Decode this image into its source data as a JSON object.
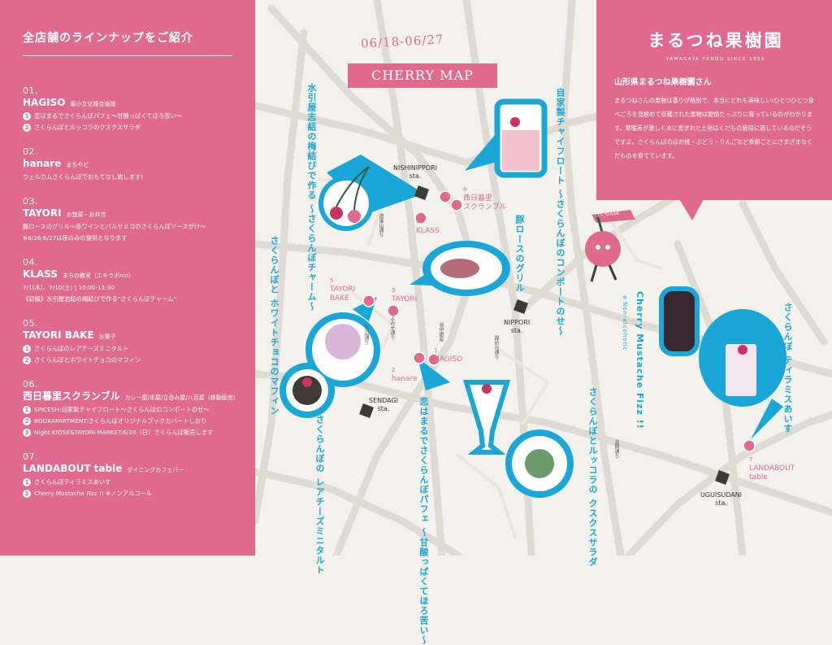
{
  "sidebar": {
    "heading": "全店舗のラインナップをご紹介",
    "shops": [
      {
        "num": "01.",
        "name": "HAGISO",
        "sub": "最小文化複合施設",
        "lines": [
          {
            "n": "1",
            "t": "恋はまるでさくらんぼパフェ〜甘酸っぱくてほろ苦い〜"
          },
          {
            "n": "2",
            "t": "さくらんぼとルッコラのクスクスサラダ"
          }
        ]
      },
      {
        "num": "02.",
        "name": "hanare",
        "sub": "まちやど",
        "lines": [
          {
            "n": "",
            "t": "ウェルカムさくらんぼでおもてなし致します!"
          }
        ]
      },
      {
        "num": "03.",
        "name": "TAYORI",
        "sub": "お惣菜・お弁当",
        "lines": [
          {
            "n": "",
            "t": "豚ロースのグリル〜赤ワインとバルサミコのさくらんぼソースがけ〜"
          },
          {
            "n": "",
            "t": "※6/26,6/27は夜のみの提供となります"
          }
        ]
      },
      {
        "num": "04.",
        "name": "KLASS",
        "sub": "まちの教室（エキラボniri）",
        "lines": [
          {
            "n": "",
            "t": "7/1(木)、7/10(土) | 10:00-11:30"
          },
          {
            "n": "",
            "t": "《初級》水引屋志結の梅結びで作る\"さくらんぼチャーム\""
          }
        ]
      },
      {
        "num": "05.",
        "name": "TAYORI BAKE",
        "sub": "お菓子",
        "lines": [
          {
            "n": "1",
            "t": "さくらんぼのレアチーズミニタルト"
          },
          {
            "n": "2",
            "t": "さくらんぼとホワイトチョコのマフィン"
          }
        ]
      },
      {
        "num": "06.",
        "name": "西日暮里スクランブル",
        "sub": "カレー屋/本屋/立呑み屋/八百屋（移動販売）",
        "lines": [
          {
            "n": "1",
            "t": "SPICESH:自家製チャイフロート〜さくらんぼのコンポートのせ〜"
          },
          {
            "n": "2",
            "t": "BOOKAPARTMENT:さくらんぼオリジナルブックカバー＋しおり"
          },
          {
            "n": "3",
            "t": "Night KIOSK&TAYORI MARKET:6/20（日）さくらんぼ販売します"
          }
        ]
      },
      {
        "num": "07.",
        "name": "LANDABOUT table",
        "sub": "ダイニングカフェバー",
        "lines": [
          {
            "n": "1",
            "t": "さくらんぼティラミスあいす"
          },
          {
            "n": "2",
            "t": "Cherry Mustache Fizz !! ※ノンアルコール"
          }
        ]
      }
    ]
  },
  "map": {
    "dates": "06/18-06/27",
    "title": "CHERRY MAP",
    "stations": {
      "nishinippori": [
        "NISHINIPPORI",
        "sta."
      ],
      "nippori": [
        "NIPPORI",
        "sta."
      ],
      "sendagi": [
        "SENDAGI",
        "sta."
      ],
      "uguisudani": [
        "UGUISUDANI",
        "sta."
      ]
    },
    "shop_labels": {
      "klass": [
        "4",
        "KLASS"
      ],
      "nishi": [
        "6",
        "西日暮里",
        "スクランブル"
      ],
      "tayori_bake": [
        "5",
        "TAYORI",
        "BAKE"
      ],
      "tayori": [
        "3",
        "TAYORI"
      ],
      "hagiso": [
        "1",
        "HAGISO"
      ],
      "hanare": [
        "2",
        "hanare"
      ],
      "landabout": [
        "7",
        "LANDABOUT",
        "table"
      ]
    },
    "roads": {
      "dokan": "道灌山通り",
      "yomise": "よみせ通り",
      "fudo": "不忍通り",
      "yanaka": "谷中銀座",
      "suwadai": "諏訪台通り",
      "kototoi": "言問通り"
    },
    "callouts": {
      "charm": "水引屋志結の梅結びで作る\n〜さくらんぼチャーム〜",
      "chai": "自家製チャイフロート\n〜さくらんぼのコンポートのせ〜",
      "grill": "豚ロースのグリル",
      "muffin": "さくらんぼと\nホワイトチョコのマフィン",
      "tart": "さくらんぼの\nレアチーズミニタルト",
      "parfait": "恋はまるでさくらんぼパフェ\n〜甘酸っぱくてほろ苦い〜",
      "salad": "さくらんぼとルッコラの\nクスクスサラダ",
      "fizz": "Cherry Mustache Fizz !!",
      "fizz_note": "※Non-alcoholic",
      "tiramisu": "さくらんぼ\nティラミスあいす"
    },
    "mascot_banner": "さくらんぼ"
  },
  "card": {
    "title": "まるつね果樹園",
    "tagline": "YAMAGATA TENDO SINCE 1956",
    "heading": "山形県まるつね果樹園さん",
    "body": "まるつねさんの果物は香りが格別で、本当にどれも美味しい!ひとつひとつ食べごろを見極めて収穫された果物は愛情たっぷりに育っているのがわかります。寒暖差が激しく水に恵まれた土地はくだもの栽培に適しているのだそうですよ。さくらんぼのほか桃・ぶどう・りんごなど季節ごとにさまざまなくだものを育てています。"
  },
  "colors": {
    "pink": "#e06a8f",
    "blue": "#1aa6d6",
    "paper": "#f3f1ec"
  }
}
